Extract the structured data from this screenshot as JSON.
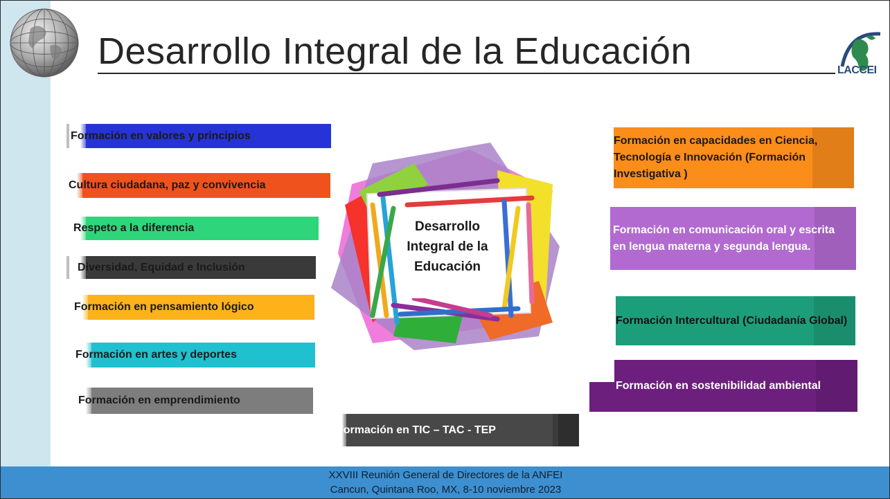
{
  "slide": {
    "title": "Desarrollo Integral de la Educación",
    "logo_text": "LACCEI",
    "center_label": "Desarrollo Integral de la Educación",
    "left_items": [
      "Formación en valores y principios",
      "Cultura ciudadana, paz y convivencia",
      "Respeto a la diferencia",
      "Diversidad, Equidad e Inclusión",
      "Formación en pensamiento lógico",
      "Formación en artes y deportes",
      "Formación en emprendimiento"
    ],
    "bottom_item": "Formación en TIC – TAC - TEP",
    "right_items": [
      "Formación en capacidades en Ciencia, Tecnología e Innovación (Formación Investigativa )",
      "Formación en comunicación oral y escrita en lengua materna y segunda lengua.",
      "Formación Intercultural (Ciudadanía Global)",
      "Formación en sostenibilidad ambiental"
    ],
    "colors": {
      "valores": "#2633d6",
      "cultura": "#f0521d",
      "respeto": "#2fd57a",
      "diversidad": "#3a3a3a",
      "pensamiento": "#fdb21a",
      "artes": "#1fc0d0",
      "emprendimiento": "#7d7d7d",
      "tic": "#3c3c3c",
      "ciencia": "#fb8d1b",
      "comunicacion": "#b26ad1",
      "intercultural": "#1d9e7a",
      "sostenibilidad": "#6d1f7d",
      "footer": "#3d8fd0",
      "left_strip": "#cfe6ef"
    }
  },
  "footer": {
    "line1": "XXVIII Reunión General de Directores de la ANFEI",
    "line2": "Cancun, Quintana Roo, MX, 8-10 noviembre 2023"
  },
  "icons": [
    "globe-icon",
    "laccei-logo-icon",
    "pencils-paper-icon"
  ]
}
